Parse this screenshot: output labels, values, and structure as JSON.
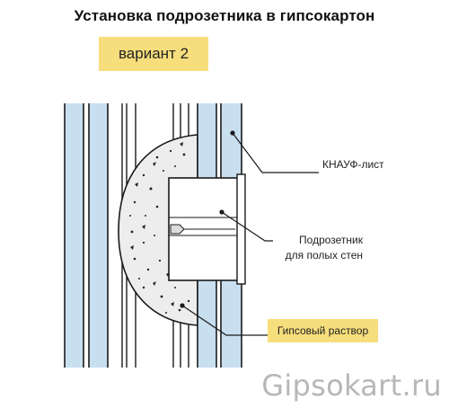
{
  "title": "Установка подрозетника в гипсокартон",
  "variant_label": "вариант 2",
  "callouts": {
    "board": "КНАУФ-лист",
    "box_line1": "Подрозетник",
    "box_line2": "для полых стен",
    "mortar": "Гипсовый раствор"
  },
  "watermark": "Gipsokart.ru",
  "colors": {
    "board_fill": "#c8dff0",
    "label_bg": "#f7de7c",
    "outline": "#1a1a1a",
    "watermark": "#b7b7b7"
  }
}
